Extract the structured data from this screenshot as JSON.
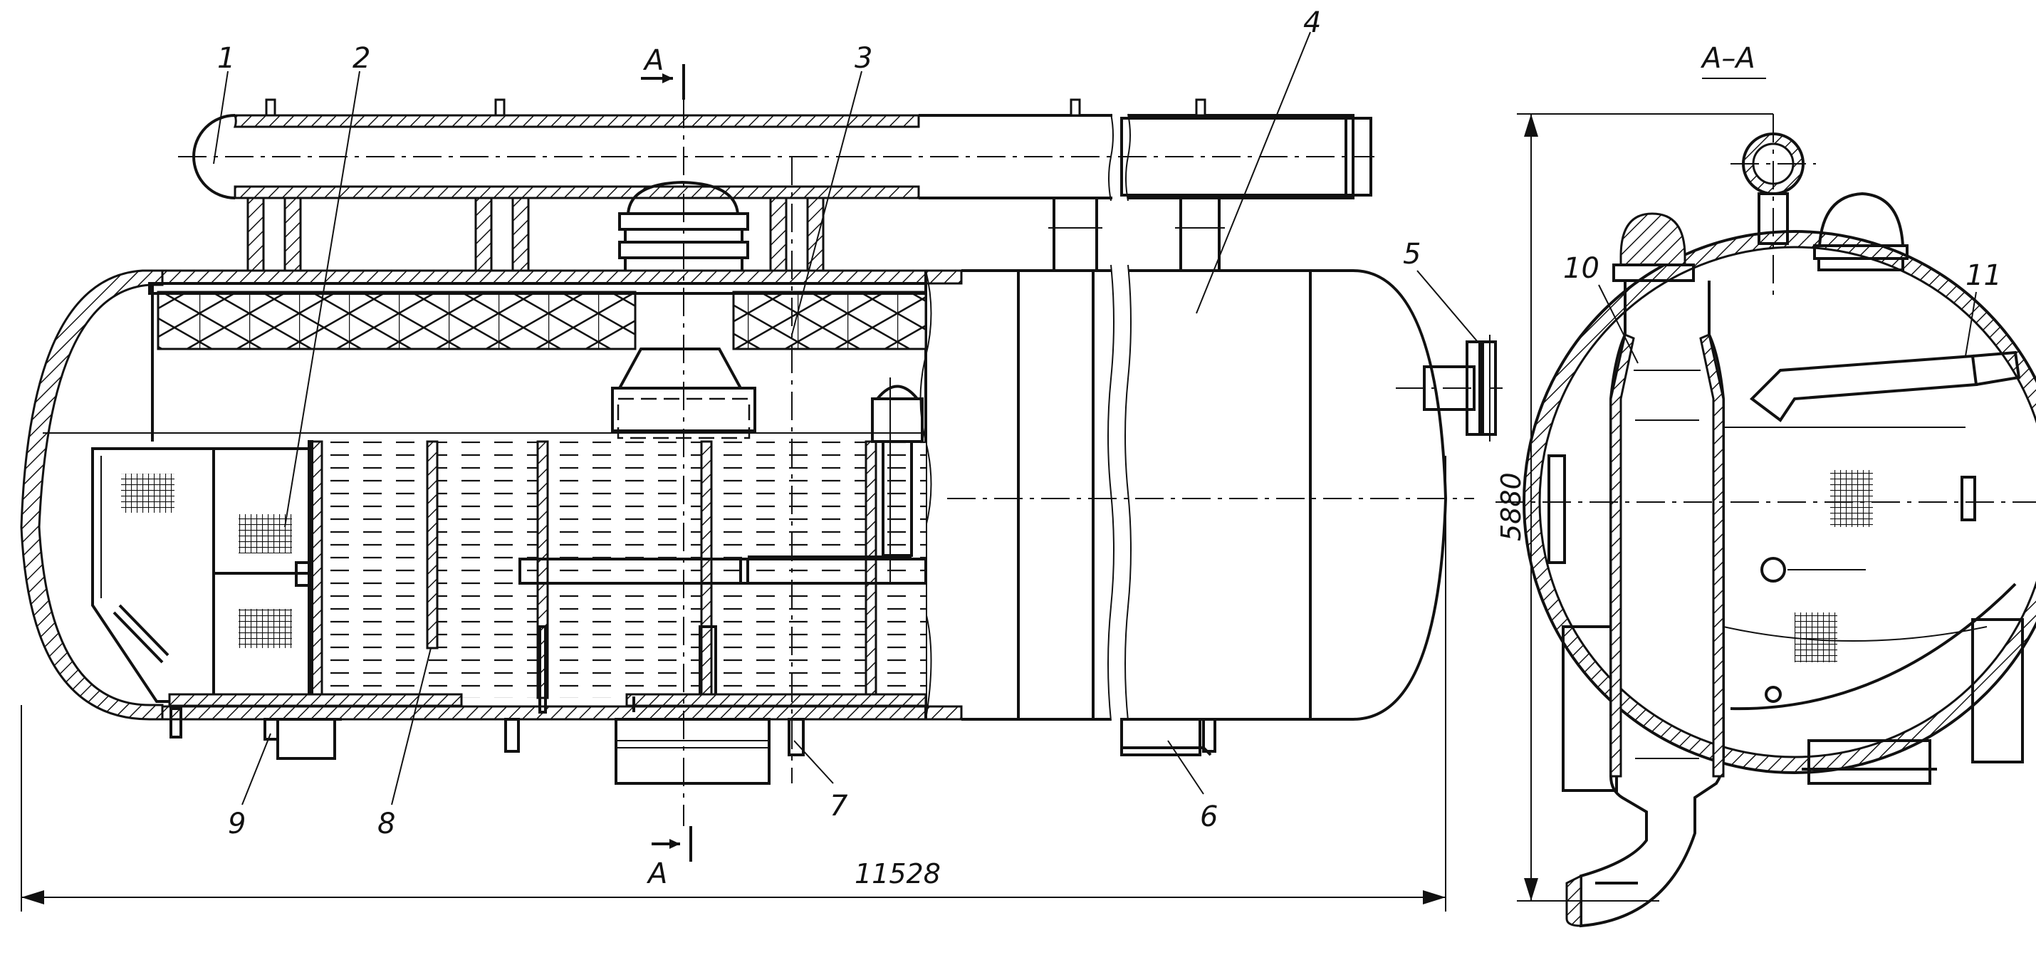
{
  "figure": {
    "section_mark": "A",
    "section_view_title": "A–A",
    "overall_length": "11528",
    "overall_height": "5880"
  },
  "callouts": [
    {
      "id": "c1",
      "text": "1"
    },
    {
      "id": "c2",
      "text": "2"
    },
    {
      "id": "c3",
      "text": "3"
    },
    {
      "id": "c4",
      "text": "4"
    },
    {
      "id": "c5",
      "text": "5"
    },
    {
      "id": "c6",
      "text": "6"
    },
    {
      "id": "c7",
      "text": "7"
    },
    {
      "id": "c8",
      "text": "8"
    },
    {
      "id": "c9",
      "text": "9"
    },
    {
      "id": "c10",
      "text": "10"
    },
    {
      "id": "c11",
      "text": "11"
    }
  ]
}
